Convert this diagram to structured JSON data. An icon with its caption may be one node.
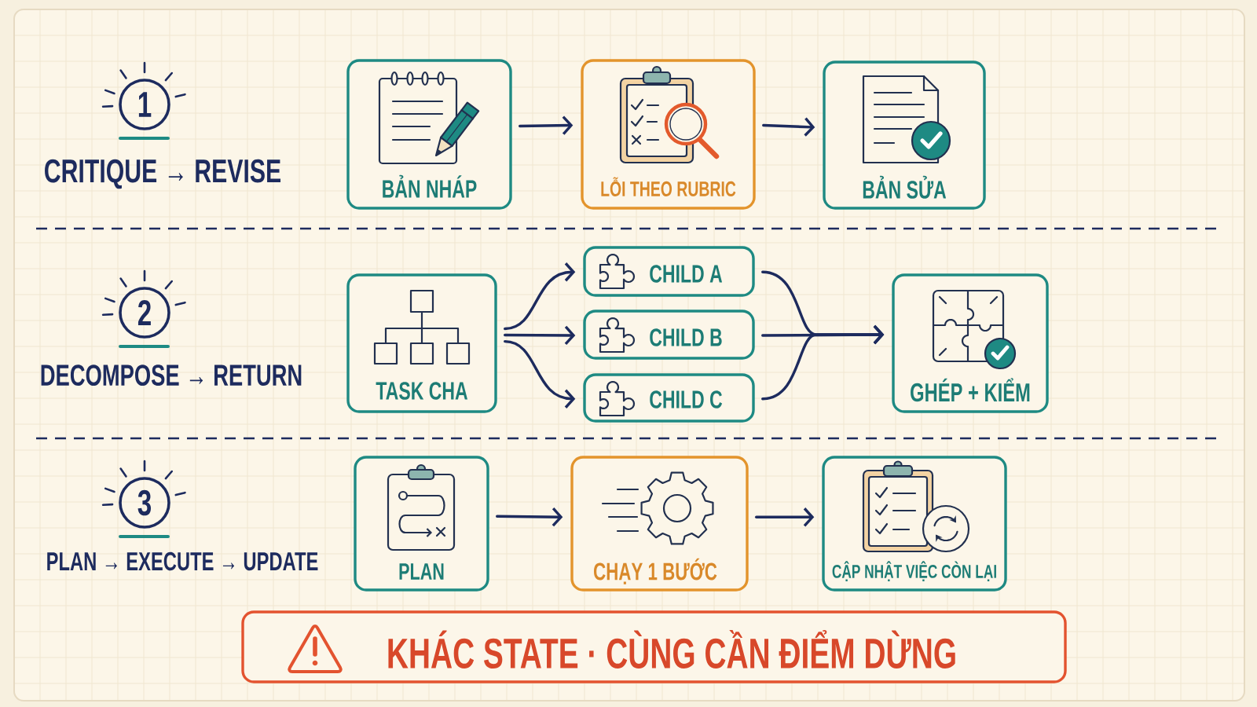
{
  "diagram": {
    "nodes": [
      {
        "text": [
          "BẢN NHÁP"
        ]
      },
      {
        "text": [
          "LỖI THEO RUBRIC"
        ]
      },
      {
        "text": [
          "BẢN SỬA"
        ]
      },
      {
        "text": [
          "TASK CHA"
        ]
      },
      {
        "text": [
          "CHILD A"
        ]
      },
      {
        "text": [
          "CHILD B"
        ]
      },
      {
        "text": [
          "CHILD C"
        ]
      },
      {
        "text": [
          "GHÉP + KIỂM"
        ]
      },
      {
        "text": [
          "PLAN"
        ]
      },
      {
        "text": [
          "CHẠY 1 BƯỚC"
        ]
      },
      {
        "text": [
          "CẬP NHẬT VIỆC CÒN LẠI"
        ]
      },
      {
        "text": [
          "KHÁC STATE · CÙNG CẦN ĐIỂM DỪNG"
        ]
      }
    ],
    "edges": [
      {
        "from": 0,
        "to": 1,
        "arrow": "to"
      },
      {
        "from": 1,
        "to": 2,
        "arrow": "to"
      },
      {
        "from": 3,
        "to": 4,
        "arrow": "to"
      },
      {
        "from": 3,
        "to": 5,
        "arrow": "to"
      },
      {
        "from": 3,
        "to": 6,
        "arrow": "to"
      },
      {
        "from": 4,
        "to": 7,
        "arrow": "to"
      },
      {
        "from": 5,
        "to": 7,
        "arrow": "to"
      },
      {
        "from": 6,
        "to": 7,
        "arrow": "to"
      },
      {
        "from": 8,
        "to": 9,
        "arrow": "to"
      },
      {
        "from": 9,
        "to": 10,
        "arrow": "to"
      }
    ],
    "labels": [
      "1",
      "CRITIQUE → REVISE",
      "2",
      "DECOMPOSE → RETURN",
      "3",
      "PLAN → EXECUTE → UPDATE"
    ]
  }
}
